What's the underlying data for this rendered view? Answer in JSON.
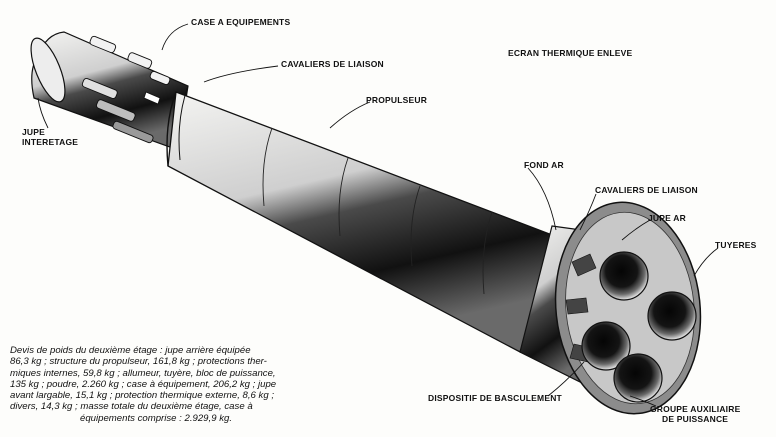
{
  "labels": {
    "case_equipements": "CASE A  EQUIPEMENTS",
    "cavaliers_top": "CAVALIERS DE LIAISON",
    "ecran": "ECRAN THERMIQUE ENLEVE",
    "jupe_interetage_1": "JUPE",
    "jupe_interetage_2": "INTERETAGE",
    "propulseur": "PROPULSEUR",
    "fond_ar": "FOND AR",
    "cavaliers_bottom": "CAVALIERS DE LIAISON",
    "jupe_ar": "JUPE AR",
    "tuyeres": "TUYERES",
    "dispositif": "DISPOSITIF DE BASCULEMENT",
    "groupe_1": "GROUPE AUXILIAIRE",
    "groupe_2": "DE PUISSANCE"
  },
  "caption": {
    "line1": "Devis de poids du deuxième étage : jupe arrière équipée",
    "line2": "86,3 kg ; structure du propulseur, 161,8 kg ; protections ther-",
    "line3": "miques internes, 59,8 kg ; allumeur, tuyère, bloc de puissance,",
    "line4": "135 kg ; poudre, 2.260 kg ; case à équipement, 206,2 kg ; jupe",
    "line5": "avant largable, 15,1 kg ; protection thermique externe, 8,6 kg ;",
    "line6": "divers, 14,3 kg ; masse totale du deuxième étage, case à",
    "line7": "équipements comprise : 2.929,9 kg."
  },
  "colors": {
    "ink": "#111111",
    "paper": "#fdfdfb",
    "shade": "#2a2a2a"
  }
}
